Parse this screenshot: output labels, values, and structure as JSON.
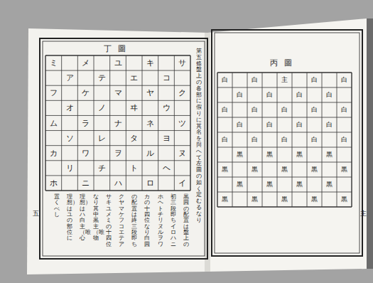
{
  "diagram": {
    "labels": [
      "丁圖",
      "ミ",
      "メ",
      "ユ",
      "キ",
      "サ",
      "ア",
      "テ",
      "エ",
      "コ",
      "フ",
      "ケ",
      "マ",
      "ヤ",
      "ク",
      "オ",
      "ノ",
      "ヰ",
      "ウ",
      "ム",
      "ラ",
      "ナ",
      "ネ",
      "ツ",
      "ソ",
      "レ",
      "タ",
      "ヨ",
      "カ",
      "ワ",
      "ヲ",
      "ル",
      "ヌ",
      "リ",
      "チ",
      "ト",
      "ヘ",
      "ホ",
      "ニ",
      "ハ",
      "ロ",
      "イ",
      "第五條　盤上の各部に假りに其名を與へて左圖の如く定むるなり",
      "黒圓の配置は盤上の初三段即ちイロハニホヘトチリヌルヲワカの十四位なり白圓の配置は終三段即ちクヤマケフコエテアサキユメミの十四位なり其中黒主（唯物理想）はハ白主（唯心理想）はユの部位に置くべし",
      "五",
      "丙圖",
      "白",
      "白",
      "主",
      "白",
      "白",
      "白",
      "白",
      "白",
      "白",
      "白",
      "白",
      "白",
      "白",
      "白",
      "白",
      "白",
      "白",
      "白",
      "白",
      "白",
      "白",
      "白",
      "白",
      "黒",
      "黒",
      "黒",
      "黒",
      "黒",
      "黒",
      "黒",
      "黒",
      "黒",
      "黒",
      "黒",
      "黒",
      "黒",
      "黒",
      "黒",
      "黒",
      "黒",
      "黒",
      "主",
      "黒",
      "黒",
      "四"
    ]
  }
}
